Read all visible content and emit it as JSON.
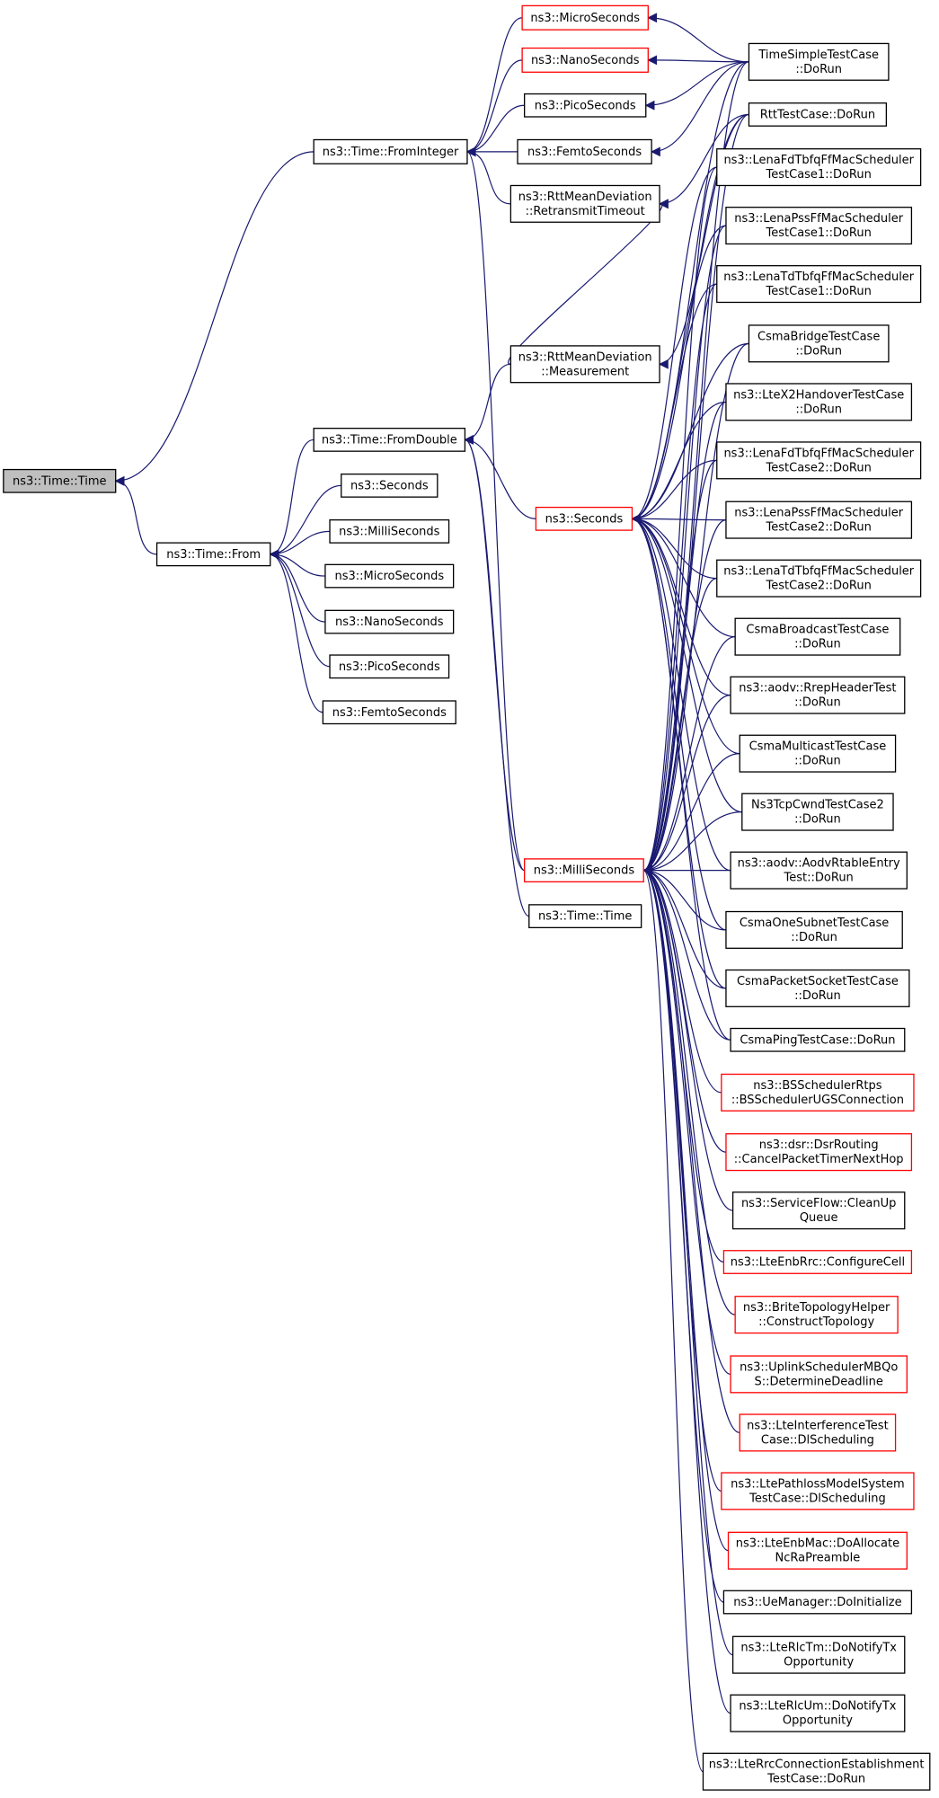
{
  "colors": {
    "edge": "#191970",
    "box_border": "#000000",
    "truncated_border": "#ff0000",
    "root_fill": "#bfbfbf",
    "background": "#ffffff"
  },
  "nodes": [
    {
      "id": "root",
      "lines": [
        "ns3::Time::Time"
      ],
      "style": "root"
    },
    {
      "id": "from",
      "lines": [
        "ns3::Time::From"
      ],
      "style": "normal"
    },
    {
      "id": "frominteger",
      "lines": [
        "ns3::Time::FromInteger"
      ],
      "style": "normal"
    },
    {
      "id": "fromdouble",
      "lines": [
        "ns3::Time::FromDouble"
      ],
      "style": "normal"
    },
    {
      "id": "seconds_a",
      "lines": [
        "ns3::Seconds"
      ],
      "style": "normal"
    },
    {
      "id": "milliseconds_a",
      "lines": [
        "ns3::MilliSeconds"
      ],
      "style": "normal"
    },
    {
      "id": "microseconds_a",
      "lines": [
        "ns3::MicroSeconds"
      ],
      "style": "normal"
    },
    {
      "id": "nanoseconds_a",
      "lines": [
        "ns3::NanoSeconds"
      ],
      "style": "normal"
    },
    {
      "id": "picoseconds_a",
      "lines": [
        "ns3::PicoSeconds"
      ],
      "style": "normal"
    },
    {
      "id": "femtoseconds_a",
      "lines": [
        "ns3::FemtoSeconds"
      ],
      "style": "normal"
    },
    {
      "id": "microseconds_r",
      "lines": [
        "ns3::MicroSeconds"
      ],
      "style": "red"
    },
    {
      "id": "nanoseconds_r",
      "lines": [
        "ns3::NanoSeconds"
      ],
      "style": "red"
    },
    {
      "id": "picoseconds_b",
      "lines": [
        "ns3::PicoSeconds"
      ],
      "style": "normal"
    },
    {
      "id": "femtoseconds_b",
      "lines": [
        "ns3::FemtoSeconds"
      ],
      "style": "normal"
    },
    {
      "id": "rtt_retransmit",
      "lines": [
        "ns3::RttMeanDeviation",
        "::RetransmitTimeout"
      ],
      "style": "normal"
    },
    {
      "id": "rtt_measurement",
      "lines": [
        "ns3::RttMeanDeviation",
        "::Measurement"
      ],
      "style": "normal"
    },
    {
      "id": "seconds_r",
      "lines": [
        "ns3::Seconds"
      ],
      "style": "red"
    },
    {
      "id": "milliseconds_r",
      "lines": [
        "ns3::MilliSeconds"
      ],
      "style": "red"
    },
    {
      "id": "time_time",
      "lines": [
        "ns3::Time::Time"
      ],
      "style": "normal"
    },
    {
      "id": "c1",
      "lines": [
        "TimeSimpleTestCase",
        "::DoRun"
      ],
      "style": "normal"
    },
    {
      "id": "c2",
      "lines": [
        "RttTestCase::DoRun"
      ],
      "style": "normal"
    },
    {
      "id": "c3",
      "lines": [
        "ns3::LenaFdTbfqFfMacScheduler",
        "TestCase1::DoRun"
      ],
      "style": "normal"
    },
    {
      "id": "c4",
      "lines": [
        "ns3::LenaPssFfMacScheduler",
        "TestCase1::DoRun"
      ],
      "style": "normal"
    },
    {
      "id": "c5",
      "lines": [
        "ns3::LenaTdTbfqFfMacScheduler",
        "TestCase1::DoRun"
      ],
      "style": "normal"
    },
    {
      "id": "c6",
      "lines": [
        "CsmaBridgeTestCase",
        "::DoRun"
      ],
      "style": "normal"
    },
    {
      "id": "c7",
      "lines": [
        "ns3::LteX2HandoverTestCase",
        "::DoRun"
      ],
      "style": "normal"
    },
    {
      "id": "c8",
      "lines": [
        "ns3::LenaFdTbfqFfMacScheduler",
        "TestCase2::DoRun"
      ],
      "style": "normal"
    },
    {
      "id": "c9",
      "lines": [
        "ns3::LenaPssFfMacScheduler",
        "TestCase2::DoRun"
      ],
      "style": "normal"
    },
    {
      "id": "c10",
      "lines": [
        "ns3::LenaTdTbfqFfMacScheduler",
        "TestCase2::DoRun"
      ],
      "style": "normal"
    },
    {
      "id": "c11",
      "lines": [
        "CsmaBroadcastTestCase",
        "::DoRun"
      ],
      "style": "normal"
    },
    {
      "id": "c12",
      "lines": [
        "ns3::aodv::RrepHeaderTest",
        "::DoRun"
      ],
      "style": "normal"
    },
    {
      "id": "c13",
      "lines": [
        "CsmaMulticastTestCase",
        "::DoRun"
      ],
      "style": "normal"
    },
    {
      "id": "c14",
      "lines": [
        "Ns3TcpCwndTestCase2",
        "::DoRun"
      ],
      "style": "normal"
    },
    {
      "id": "c15",
      "lines": [
        "ns3::aodv::AodvRtableEntry",
        "Test::DoRun"
      ],
      "style": "normal"
    },
    {
      "id": "c16",
      "lines": [
        "CsmaOneSubnetTestCase",
        "::DoRun"
      ],
      "style": "normal"
    },
    {
      "id": "c17",
      "lines": [
        "CsmaPacketSocketTestCase",
        "::DoRun"
      ],
      "style": "normal"
    },
    {
      "id": "c18",
      "lines": [
        "CsmaPingTestCase::DoRun"
      ],
      "style": "normal"
    },
    {
      "id": "c19",
      "lines": [
        "ns3::BSSchedulerRtps",
        "::BSSchedulerUGSConnection"
      ],
      "style": "red"
    },
    {
      "id": "c20",
      "lines": [
        "ns3::dsr::DsrRouting",
        "::CancelPacketTimerNextHop"
      ],
      "style": "red"
    },
    {
      "id": "c21",
      "lines": [
        "ns3::ServiceFlow::CleanUp",
        "Queue"
      ],
      "style": "normal"
    },
    {
      "id": "c22",
      "lines": [
        "ns3::LteEnbRrc::ConfigureCell"
      ],
      "style": "red"
    },
    {
      "id": "c23",
      "lines": [
        "ns3::BriteTopologyHelper",
        "::ConstructTopology"
      ],
      "style": "red"
    },
    {
      "id": "c24",
      "lines": [
        "ns3::UplinkSchedulerMBQo",
        "S::DetermineDeadline"
      ],
      "style": "red"
    },
    {
      "id": "c25",
      "lines": [
        "ns3::LteInterferenceTest",
        "Case::DlScheduling"
      ],
      "style": "red"
    },
    {
      "id": "c26",
      "lines": [
        "ns3::LtePathlossModelSystem",
        "TestCase::DlScheduling"
      ],
      "style": "red"
    },
    {
      "id": "c27",
      "lines": [
        "ns3::LteEnbMac::DoAllocate",
        "NcRaPreamble"
      ],
      "style": "red"
    },
    {
      "id": "c28",
      "lines": [
        "ns3::UeManager::DoInitialize"
      ],
      "style": "normal"
    },
    {
      "id": "c29",
      "lines": [
        "ns3::LteRlcTm::DoNotifyTx",
        "Opportunity"
      ],
      "style": "normal"
    },
    {
      "id": "c30",
      "lines": [
        "ns3::LteRlcUm::DoNotifyTx",
        "Opportunity"
      ],
      "style": "normal"
    },
    {
      "id": "c31",
      "lines": [
        "ns3::LteRrcConnectionEstablishment",
        "TestCase::DoRun"
      ],
      "style": "normal"
    }
  ]
}
